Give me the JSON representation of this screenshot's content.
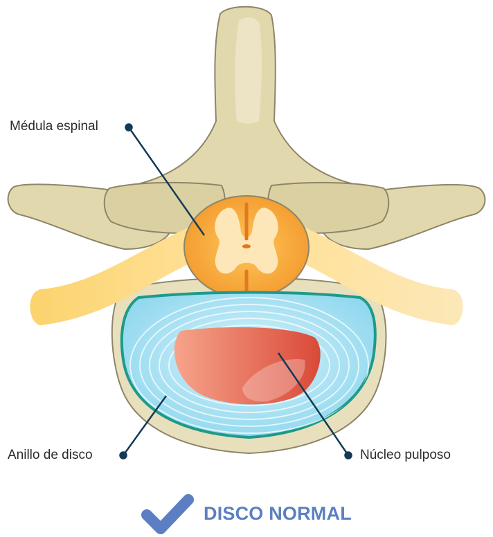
{
  "labels": {
    "spinal_cord": "Médula espinal",
    "disc_ring": "Anillo de disco",
    "nucleus": "Núcleo pulposo"
  },
  "footer": {
    "title": "DISCO NORMAL",
    "icon": "checkmark-icon"
  },
  "colors": {
    "accent": "#5b7fc2",
    "leader": "#143a55",
    "bone": "#e2d8ad",
    "bone_outline": "#8d8568",
    "nerve": "#ffd67a",
    "cord": "#f6a83c",
    "annulus": "#a8e0f0",
    "annulus_rim": "#1d9a8a",
    "nucleus": "#e8715c"
  }
}
